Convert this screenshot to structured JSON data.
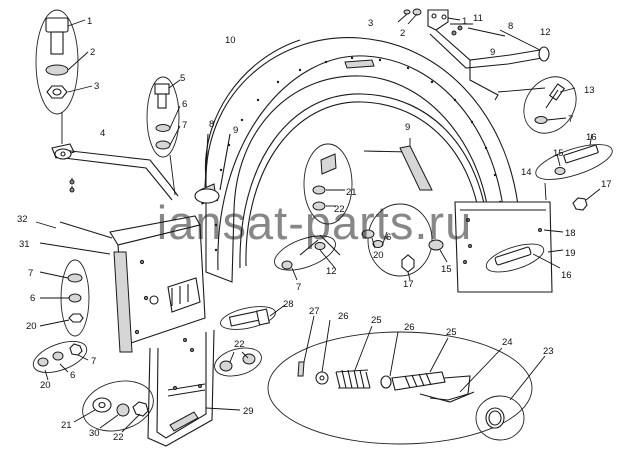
{
  "diagram": {
    "watermark": "iansat-parts.ru",
    "callouts": [
      {
        "id": "c1",
        "text": "1"
      },
      {
        "id": "c2",
        "text": "2"
      },
      {
        "id": "c3",
        "text": "3"
      },
      {
        "id": "c4",
        "text": "4"
      },
      {
        "id": "c5",
        "text": "5"
      },
      {
        "id": "c6",
        "text": "6"
      },
      {
        "id": "c7",
        "text": "7"
      },
      {
        "id": "c8",
        "text": "8"
      },
      {
        "id": "c9",
        "text": "9"
      },
      {
        "id": "c10",
        "text": "10"
      },
      {
        "id": "c3b",
        "text": "3"
      },
      {
        "id": "c2b",
        "text": "2"
      },
      {
        "id": "c1b",
        "text": "1"
      },
      {
        "id": "c11",
        "text": "11"
      },
      {
        "id": "c8b",
        "text": "8"
      },
      {
        "id": "c12",
        "text": "12"
      },
      {
        "id": "c9b",
        "text": "9"
      },
      {
        "id": "c13",
        "text": "13"
      },
      {
        "id": "c7b",
        "text": "7"
      },
      {
        "id": "c16",
        "text": "16"
      },
      {
        "id": "c15",
        "text": "15"
      },
      {
        "id": "c9c",
        "text": "9"
      },
      {
        "id": "c21",
        "text": "21"
      },
      {
        "id": "c22",
        "text": "22"
      },
      {
        "id": "c14",
        "text": "14"
      },
      {
        "id": "c17",
        "text": "17"
      },
      {
        "id": "c18",
        "text": "18"
      },
      {
        "id": "c19",
        "text": "19"
      },
      {
        "id": "c16b",
        "text": "16"
      },
      {
        "id": "c15b",
        "text": "15"
      },
      {
        "id": "c17b",
        "text": "17"
      },
      {
        "id": "c20",
        "text": "20"
      },
      {
        "id": "c6b",
        "text": "6"
      },
      {
        "id": "c12b",
        "text": "12"
      },
      {
        "id": "c7c",
        "text": "7"
      },
      {
        "id": "c32",
        "text": "32"
      },
      {
        "id": "c31",
        "text": "31"
      },
      {
        "id": "c7d",
        "text": "7"
      },
      {
        "id": "c6c",
        "text": "6"
      },
      {
        "id": "c20b",
        "text": "20"
      },
      {
        "id": "c7e",
        "text": "7"
      },
      {
        "id": "c6d",
        "text": "6"
      },
      {
        "id": "c20c",
        "text": "20"
      },
      {
        "id": "c28",
        "text": "28"
      },
      {
        "id": "c27",
        "text": "27"
      },
      {
        "id": "c26",
        "text": "26"
      },
      {
        "id": "c25",
        "text": "25"
      },
      {
        "id": "c26b",
        "text": "26"
      },
      {
        "id": "c25b",
        "text": "25"
      },
      {
        "id": "c24",
        "text": "24"
      },
      {
        "id": "c23",
        "text": "23"
      },
      {
        "id": "c22b",
        "text": "22"
      },
      {
        "id": "c21b",
        "text": "21"
      },
      {
        "id": "c30",
        "text": "30"
      },
      {
        "id": "c22c",
        "text": "22"
      },
      {
        "id": "c29",
        "text": "29"
      }
    ]
  }
}
